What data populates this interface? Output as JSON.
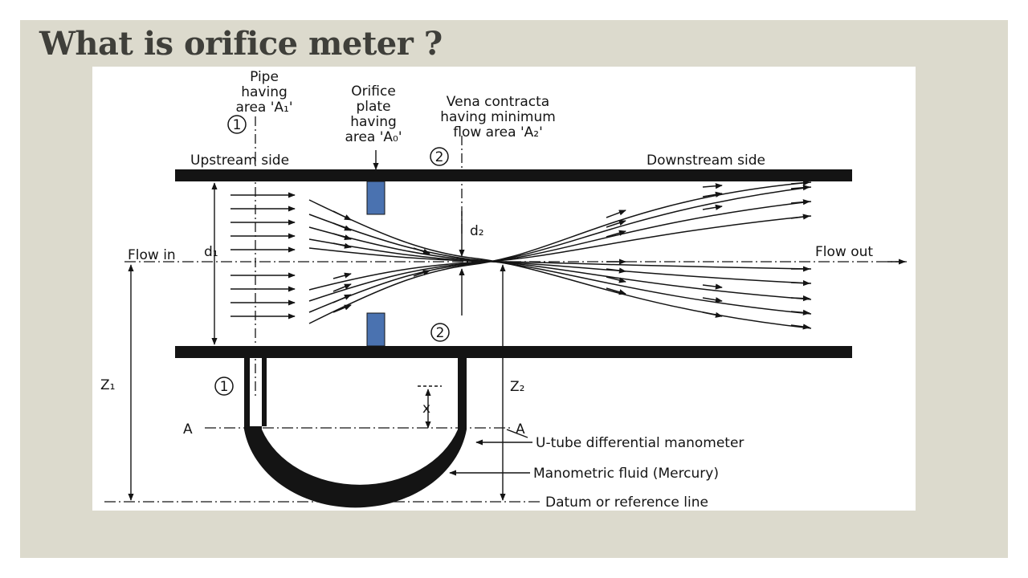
{
  "slide": {
    "title": "What is orifice meter ?"
  },
  "diagram": {
    "pipe_label": [
      "Pipe",
      "having",
      "area 'A₁'"
    ],
    "orifice_label": [
      "Orifice",
      "plate",
      "having",
      "area 'A₀'"
    ],
    "vena_label": [
      "Vena contracta",
      "having minimum",
      "flow area 'A₂'"
    ],
    "upstream": "Upstream side",
    "downstream": "Downstream side",
    "flow_in": "Flow in",
    "flow_out": "Flow out",
    "d1": "d₁",
    "d2": "d₂",
    "z1": "Z₁",
    "z2": "Z₂",
    "x": "x",
    "section_a": "A",
    "section_1": "1",
    "section_2": "2",
    "manometer": "U-tube differential manometer",
    "fluid": "Manometric fluid (Mercury)",
    "datum": "Datum or reference line",
    "colors": {
      "ink": "#141414",
      "plate": "#4a72b0",
      "slide_bg": "#dcdacd"
    }
  }
}
